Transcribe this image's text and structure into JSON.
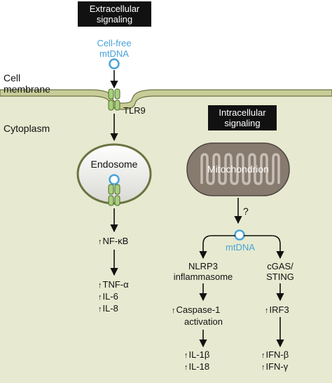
{
  "boxes": {
    "extracellular": [
      "Extracellular",
      "signaling"
    ],
    "intracellular": [
      "Intracellular",
      "signaling"
    ]
  },
  "regions": {
    "cell": "Cell",
    "membrane": "membrane",
    "cytoplasm": "Cytoplasm"
  },
  "left_pathway": {
    "cellfree": [
      "Cell-free",
      "mtDNA"
    ],
    "receptor": "TLR9",
    "endosome": "Endosome",
    "nfkb": "NF-κB",
    "outputs": [
      "TNF-α",
      "IL-6",
      "IL-8"
    ]
  },
  "right_pathway": {
    "mitochondrion": "Mitochondrion",
    "question": "?",
    "mtdna": "mtDNA",
    "nlrp3": [
      "NLRP3",
      "inflammasome"
    ],
    "caspase": [
      "Caspase-1",
      "activation"
    ],
    "il_outputs": [
      "IL-1β",
      "IL-18"
    ],
    "cgas": [
      "cGAS/",
      "STING"
    ],
    "irf3": "IRF3",
    "ifn_outputs": [
      "IFN-β",
      "IFN-γ"
    ]
  },
  "up_arrow_glyph": "↑",
  "colors": {
    "membrane": "#c8cc98",
    "cytoplasm": "#e7ead0",
    "organelle_border": "#6a7440",
    "mito_outer": "#877a6e",
    "mito_inner": "#c7beb5",
    "receptor": "#a9cf7e",
    "mtdna_ring": "#4aa3d8"
  }
}
